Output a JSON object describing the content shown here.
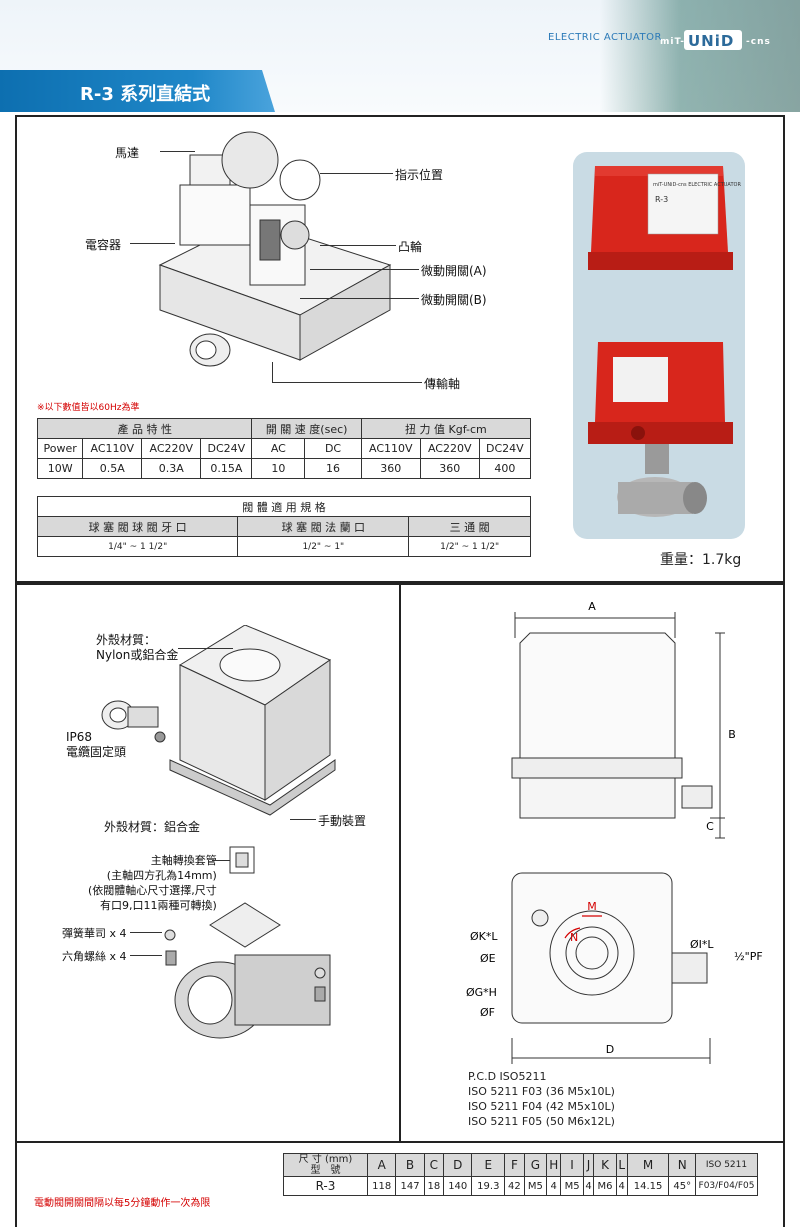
{
  "header": {
    "subtitle": "ELECTRIC ACTUATOR",
    "logo": "miT-UNiD-cns",
    "title": "R-3 系列直結式"
  },
  "colors": {
    "title_bar": "#1577bb",
    "actuator_red": "#d8261c",
    "note_red": "#d40000",
    "photo_bg": "#c9dbe4"
  },
  "internals": {
    "labels": {
      "motor": "馬達",
      "indicator": "指示位置",
      "capacitor": "電容器",
      "cam": "凸輪",
      "switch_a": "微動開關(A)",
      "switch_b": "微動開關(B)",
      "shaft": "傳輸軸"
    }
  },
  "note_60hz": "※以下數值皆以60Hz為準",
  "spec_table": {
    "groups": [
      "產 品 特 性",
      "開 關 速 度(sec)",
      "扭 力 值 Kgf-cm"
    ],
    "headers": [
      "Power",
      "AC110V",
      "AC220V",
      "DC24V",
      "AC",
      "DC",
      "AC110V",
      "AC220V",
      "DC24V"
    ],
    "row": [
      "10W",
      "0.5A",
      "0.3A",
      "0.15A",
      "10",
      "16",
      "360",
      "360",
      "400"
    ]
  },
  "valve_table": {
    "title": "閥 體 適 用 規 格",
    "headers": [
      "球 塞 閥 球 閥 牙 口",
      "球 塞 閥 法 蘭 口",
      "三 通 閥"
    ],
    "row": [
      "1/4\" ~ 1 1/2\"",
      "1/2\" ~ 1\"",
      "1/2\" ~ 1 1/2\""
    ]
  },
  "weight": "重量：1.7kg",
  "photo": {
    "plate_brand": "miT-UNiD-cns ELECTRIC ACTUATOR",
    "plate_model": "R-3"
  },
  "exploded": {
    "housing_material": "外殼材質：\nNylon或鋁合金",
    "ip68": "IP68\n電纜固定頭",
    "base_material": "外殼材質：鋁合金",
    "manual": "手動裝置",
    "coupling": "主軸轉換套管\n(主軸四方孔為14mm)\n(依閥體軸心尺寸選擇,尺寸\n有口9,口11兩種可轉換)",
    "washer": "彈簧華司 x 4",
    "bolt": "六角螺絲 x 4"
  },
  "drawing": {
    "A": "A",
    "B": "B",
    "C": "C",
    "D": "D",
    "M": "M",
    "N": "N",
    "K": "ØK*L",
    "E": "ØE",
    "G": "ØG*H",
    "F": "ØF",
    "I": "ØI*L",
    "pf": "½\"PF",
    "iso_lines": [
      "P.C.D ISO5211",
      "ISO 5211 F03 (36 M5x10L)",
      "ISO 5211 F04 (42 M5x10L)",
      "ISO 5211 F05 (50 M6x12L)"
    ]
  },
  "dim_table": {
    "corner_top": "尺 寸",
    "corner_unit": "(mm)",
    "corner_left": "型　號",
    "headers": [
      "A",
      "B",
      "C",
      "D",
      "E",
      "F",
      "G",
      "H",
      "I",
      "J",
      "K",
      "L",
      "M",
      "N",
      "ISO 5211"
    ],
    "model": "R-3",
    "values": [
      "118",
      "147",
      "18",
      "140",
      "19.3",
      "42",
      "M5",
      "4",
      "M5",
      "4",
      "M6",
      "4",
      "14.15",
      "45°",
      "F03/F04/F05"
    ]
  },
  "footer_note": "電動閥開關間隔以每5分鐘動作一次為限"
}
